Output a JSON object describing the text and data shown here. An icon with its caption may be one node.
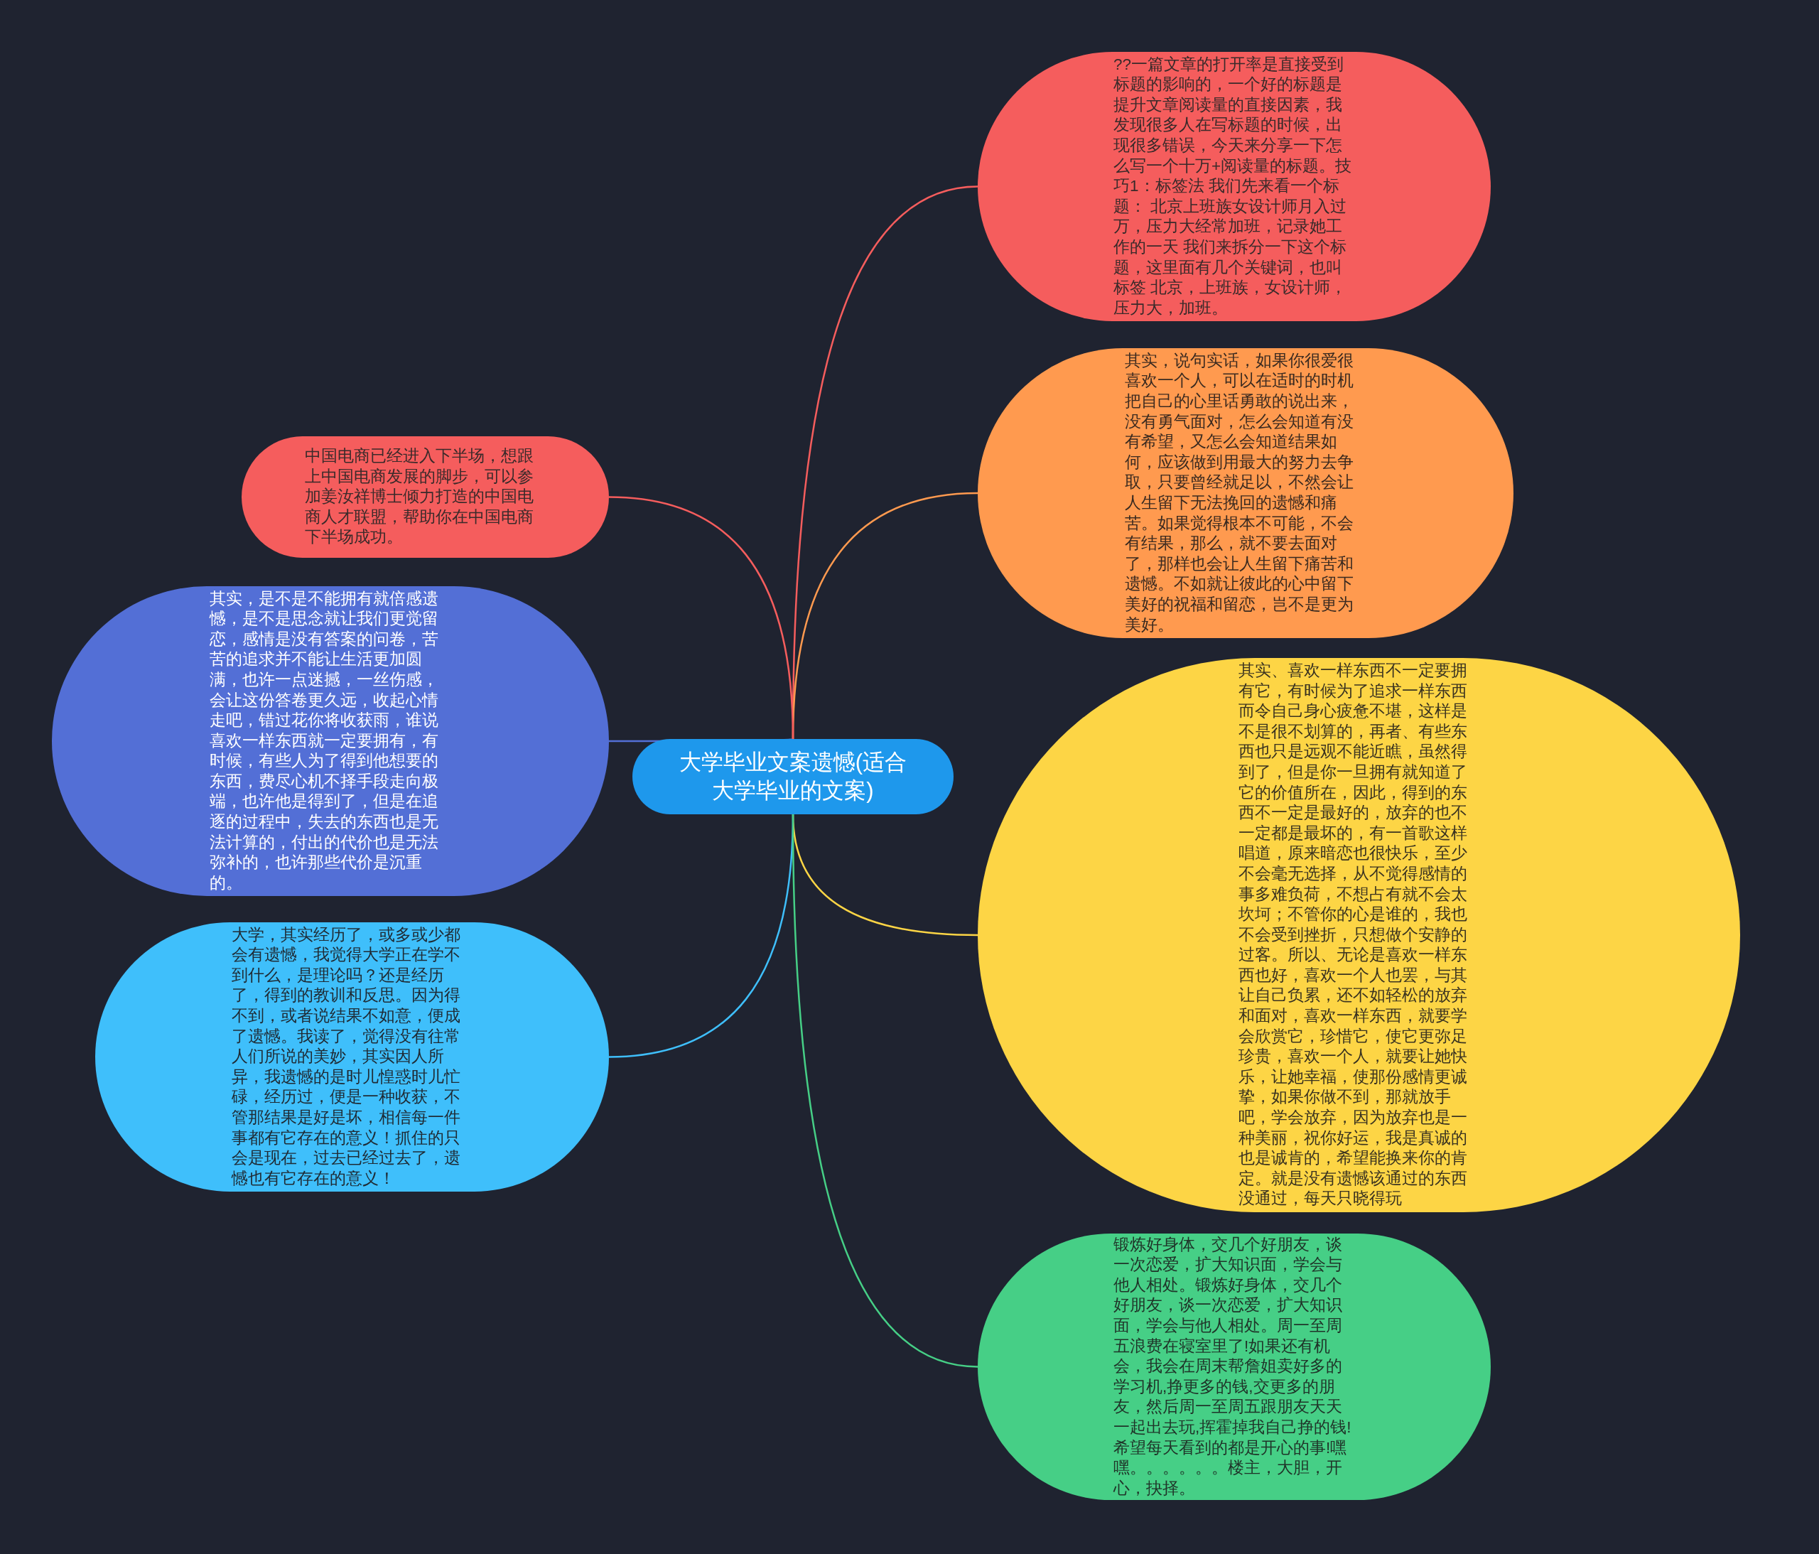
{
  "diagram": {
    "nodes": [
      {
        "text": [
          "大学毕业文案遗憾(适合大学毕业的文案)"
        ]
      },
      {
        "text": [
          "??一篇文章的打开率是直接受到标题的影响的，一个好的标题是提升文章阅读量的直接因素，我发现很多人在写标题的时候，出现很多错误，今天来分享一下怎么写一个十万+阅读量的标题。技巧1：标签法  我们先来看一个标题：  北京上班族女设计师月入过万，压力大经常加班，记录她工作的一天  我们来拆分一下这个标题，这里面有几个关键词，也叫标签  北京，上班族，女设计师，压力大，加班。"
        ]
      },
      {
        "text": [
          "其实，说句实话，如果你很爱很喜欢一个人，可以在适时的时机把自己的心里话勇敢的说出来，没有勇气面对，怎么会知道有没有希望，又怎么会知道结果如何，应该做到用最大的努力去争取，只要曾经就足以，不然会让人生留下无法挽回的遗憾和痛苦。如果觉得根本不可能，不会有结果，那么，就不要去面对了，那样也会让人生留下痛苦和遗憾。不如就让彼此的心中留下美好的祝福和留恋，岂不是更为美好。"
        ]
      },
      {
        "text": [
          "中国电商已经进入下半场，想跟上中国电商发展的脚步，可以参加姜汝祥博士倾力打造的中国电商人才联盟，帮助你在中国电商下半场成功。"
        ]
      },
      {
        "text": [
          "其实，是不是不能拥有就倍感遗憾，是不是思念就让我们更觉留恋，感情是没有答案的问卷，苦苦的追求并不能让生活更加圆满，也许一点迷撼，一丝伤感，会让这份答卷更久远，收起心情走吧，错过花你将收获雨，谁说喜欢一样东西就一定要拥有，有时候，有些人为了得到他想要的东西，费尽心机不择手段走向极端，也许他是得到了，但是在追逐的过程中，失去的东西也是无法计算的，付出的代价也是无法弥补的，也许那些代价是沉重的。"
        ]
      },
      {
        "text": [
          "其实、喜欢一样东西不一定要拥有它，有时候为了追求一样东西而令自己身心疲惫不堪，这样是不是很不划算的，再者、有些东西也只是远观不能近瞧，虽然得到了，但是你一旦拥有就知道了它的价值所在，因此，得到的东西不一定是最好的，放弃的也不一定都是最坏的，有一首歌这样唱道，原来暗恋也很快乐，至少不会毫无选择，从不觉得感情的事多难负荷，不想占有就不会太坎坷；不管你的心是谁的，我也不会受到挫折，只想做个安静的过客。所以、无论是喜欢一样东西也好，喜欢一个人也罢，与其让自己负累，还不如轻松的放弃和面对，喜欢一样东西，就要学会欣赏它，珍惜它，使它更弥足珍贵，喜欢一个人，就要让她快乐，让她幸福，使那份感情更诚挚，如果你做不到，那就放手吧，学会放弃，因为放弃也是一种美丽，祝你好运，我是真诚的也是诚肯的，希望能换来你的肯定。就是没有遗憾该通过的东西没通过，每天只晓得玩"
        ]
      },
      {
        "text": [
          "大学，其实经历了，或多或少都会有遗憾，我觉得大学正在学不到什么，是理论吗？还是经历了，得到的教训和反思。因为得不到，或者说结果不如意，便成了遗憾。我读了，觉得没有往常人们所说的美妙，其实因人所异，我遗憾的是时儿惶惑时儿忙碌，经历过，便是一种收获，不管那结果是好是坏，相信每一件事都有它存在的意义！抓住的只会是现在，过去已经过去了，遗憾也有它存在的意义！"
        ]
      },
      {
        "text": [
          "锻炼好身体，交几个好朋友，谈一次恋爱，扩大知识面，学会与他人相处。锻炼好身体，交几个好朋友，谈一次恋爱，扩大知识面，学会与他人相处。周一至周五浪费在寝室里了!如果还有机会，我会在周末帮詹姐卖好多的学习机,挣更多的钱,交更多的朋友，然后周一至周五跟朋友天天一起出去玩,挥霍掉我自己挣的钱!希望每天看到的都是开心的事!嘿嘿。。。。。。楼主，大胆，开心，抉择。"
        ]
      }
    ],
    "edges": [
      {
        "from": 0,
        "to": 1,
        "arrow": "none",
        "color": "#f55d5d"
      },
      {
        "from": 0,
        "to": 2,
        "arrow": "none",
        "color": "#ff9a4f"
      },
      {
        "from": 0,
        "to": 3,
        "arrow": "none",
        "color": "#f55d5d"
      },
      {
        "from": 0,
        "to": 4,
        "arrow": "none",
        "color": "#536fd6"
      },
      {
        "from": 0,
        "to": 5,
        "arrow": "none",
        "color": "#fdd545"
      },
      {
        "from": 0,
        "to": 6,
        "arrow": "none",
        "color": "#3fbffb"
      },
      {
        "from": 0,
        "to": 7,
        "arrow": "none",
        "color": "#46cf86"
      }
    ]
  }
}
